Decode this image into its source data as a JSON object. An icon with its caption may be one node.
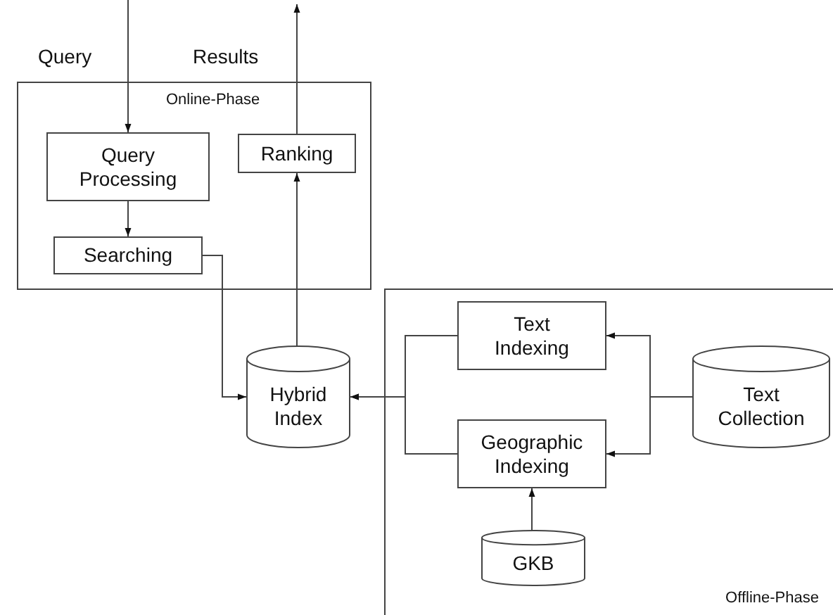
{
  "diagram": {
    "nodes": [
      {
        "text": [
          "Online-Phase"
        ]
      },
      {
        "text": [
          "Query Processing"
        ],
        "in": 0
      },
      {
        "text": [
          "Ranking"
        ],
        "in": 0
      },
      {
        "text": [
          "Searching"
        ],
        "in": 0
      },
      {
        "text": [
          "Offline-Phase"
        ]
      },
      {
        "text": [
          "Hybrid Index"
        ]
      },
      {
        "text": [
          "Text Indexing"
        ],
        "in": 4
      },
      {
        "text": [
          "Geographic Indexing"
        ],
        "in": 4
      },
      {
        "text": [
          "Text Collection"
        ],
        "in": 4
      },
      {
        "text": [
          "GKB"
        ],
        "in": 4
      }
    ],
    "edges": [
      {
        "from": null,
        "to": 1,
        "arrow": "to",
        "label": "Query"
      },
      {
        "from": 2,
        "to": null,
        "arrow": "to",
        "label": "Results"
      },
      {
        "from": 1,
        "to": 3,
        "arrow": "to"
      },
      {
        "from": 3,
        "to": 5,
        "arrow": "to"
      },
      {
        "from": 5,
        "to": 2,
        "arrow": "to"
      },
      {
        "from": 6,
        "to": 5,
        "arrow": "to"
      },
      {
        "from": 7,
        "to": 5,
        "arrow": "to"
      },
      {
        "from": 8,
        "to": 6,
        "arrow": "to"
      },
      {
        "from": 8,
        "to": 7,
        "arrow": "to"
      },
      {
        "from": 9,
        "to": 7,
        "arrow": "to"
      }
    ]
  }
}
